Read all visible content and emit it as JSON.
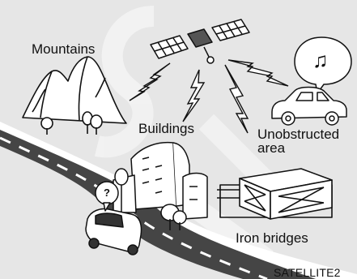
{
  "labels": {
    "mountains": "Mountains",
    "buildings": "Buildings",
    "unobstructed_line1": "Unobstructed",
    "unobstructed_line2": "area",
    "iron_bridges": "Iron bridges",
    "figure_code": "SATELLITE2"
  },
  "car_question_mark": "?",
  "music_symbol": "♫",
  "icons": [
    "satellite-icon",
    "mountains-icon",
    "buildings-icon",
    "car-icon",
    "iron-bridge-icon",
    "music-note-icon",
    "signal-bolt-icon"
  ],
  "colors": {
    "background": "#e6e6e6",
    "road": "#454545",
    "line": "#111111",
    "fill": "#ffffff",
    "watermark": "#f2f2f2"
  }
}
